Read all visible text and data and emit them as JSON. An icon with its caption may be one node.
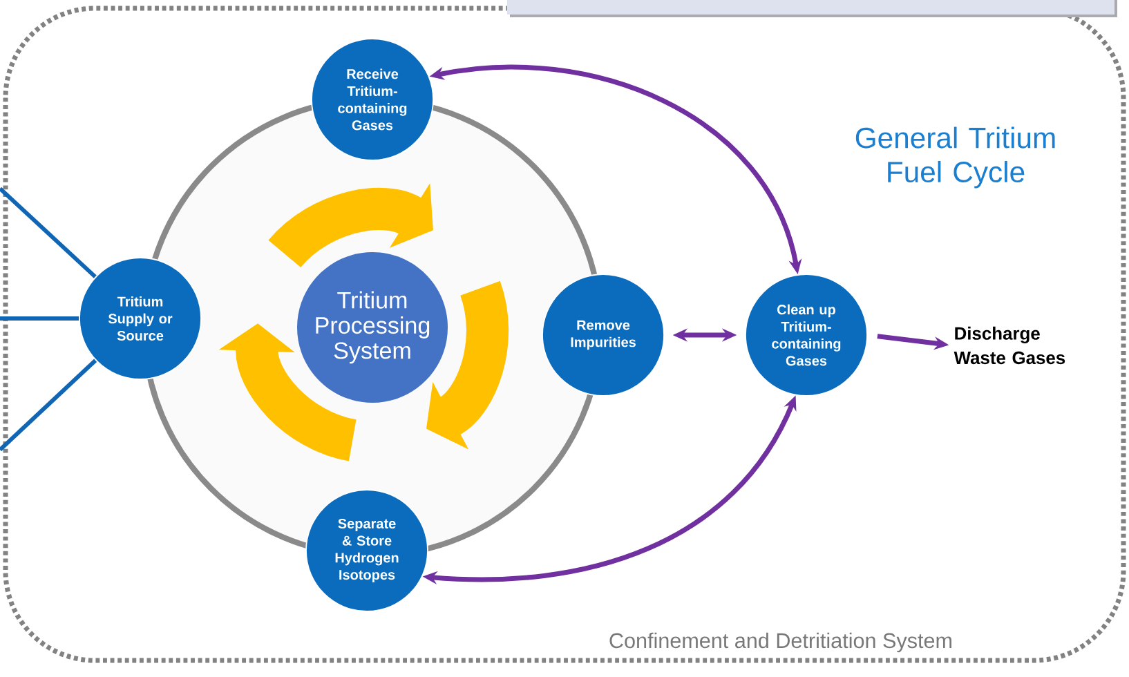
{
  "diagram": {
    "title": "General Tritium Fuel Cycle",
    "nodes": [
      {
        "text": [
          "Receive Tritium-containing Gases"
        ]
      },
      {
        "text": [
          "Tritium Supply or Source"
        ]
      },
      {
        "text": [
          "Tritium Processing System"
        ]
      },
      {
        "text": [
          "Remove Impurities"
        ]
      },
      {
        "text": [
          "Separate & Store Hydrogen Isotopes"
        ]
      },
      {
        "text": [
          "Clean up Tritium-containing Gases"
        ]
      },
      {
        "text": [
          "Discharge Waste Gases"
        ]
      }
    ],
    "edges": [
      {
        "from": 0,
        "to": 5,
        "arrow": "both"
      },
      {
        "from": 3,
        "to": 5,
        "arrow": "both"
      },
      {
        "from": 5,
        "to": 6,
        "arrow": "to"
      },
      {
        "from": 4,
        "to": 5,
        "arrow": "both"
      },
      {
        "from": null,
        "to": 1,
        "arrow": "none",
        "color": "#1066b5"
      },
      {
        "from": null,
        "to": 1,
        "arrow": "none",
        "color": "#1066b5"
      },
      {
        "from": null,
        "to": 1,
        "arrow": "none",
        "color": "#1066b5"
      }
    ],
    "labels": [
      "Confinement and Detritiation System"
    ]
  }
}
